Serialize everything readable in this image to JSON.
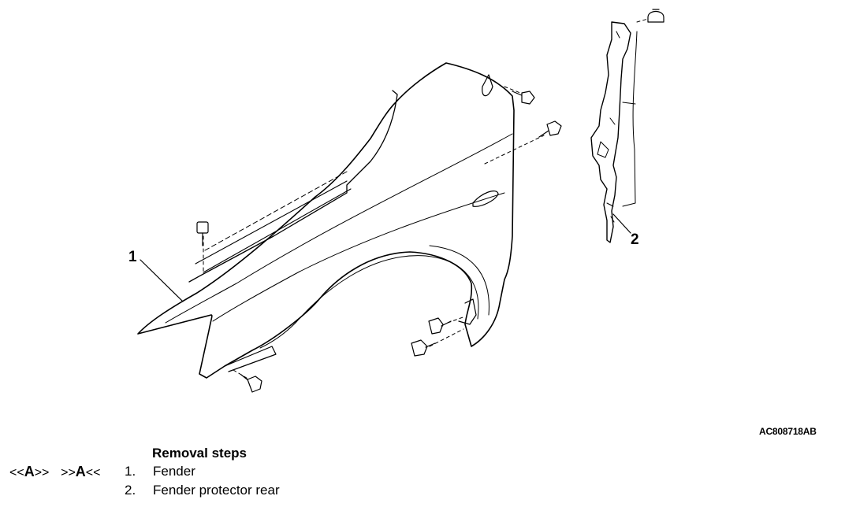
{
  "diagram": {
    "callouts": [
      {
        "id": "1",
        "text": "1"
      },
      {
        "id": "2",
        "text": "2"
      }
    ],
    "figure_code": "AC808718AB"
  },
  "removal": {
    "title": "Removal steps",
    "steps": [
      {
        "ref_a_pre": "<<",
        "ref_a_letter": "A",
        "ref_a_post": ">>",
        "ref_b_pre": ">>",
        "ref_b_letter": "A",
        "ref_b_post": "<<",
        "number": "1.",
        "label": "Fender"
      },
      {
        "number": "2.",
        "label": "Fender protector rear"
      }
    ]
  }
}
